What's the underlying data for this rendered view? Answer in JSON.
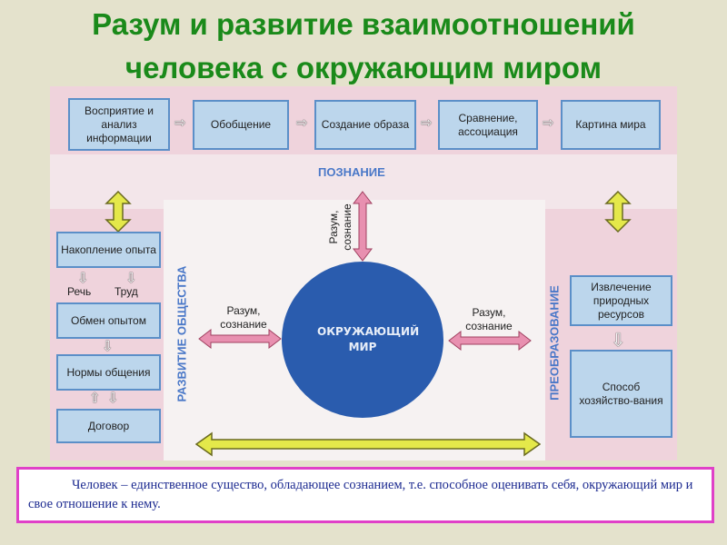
{
  "title": {
    "line1": "Разум и развитие взаимоотношений",
    "line2": "человека с окружающим миром"
  },
  "sections": {
    "cognition": "ПОЗНАНИЕ",
    "society": "РАЗВИТИЕ ОБЩЕСТВА",
    "transformation": "ПРЕОБРАЗОВАНИЕ"
  },
  "top_boxes": [
    "Восприятие и анализ информации",
    "Обобщение",
    "Создание образа",
    "Сравнение, ассоциация",
    "Картина мира"
  ],
  "left_boxes": {
    "accumulation": "Накопление опыта",
    "speech": "Речь",
    "labor": "Труд",
    "exchange": "Обмен опытом",
    "norms": "Нормы общения",
    "contract": "Договор"
  },
  "right_boxes": [
    "Извлечение природных ресурсов",
    "Способ хозяйство-вания"
  ],
  "center": "ОКРУЖАЮЩИЙ МИР",
  "arrow_labels": {
    "top": "Разум, сознание",
    "left": "Разум, сознание",
    "right": "Разум, сознание"
  },
  "note": "Человек – единственное существо, обладающее сознанием, т.е. способное оценивать себя, окружающий мир и свое отношение к нему."
}
